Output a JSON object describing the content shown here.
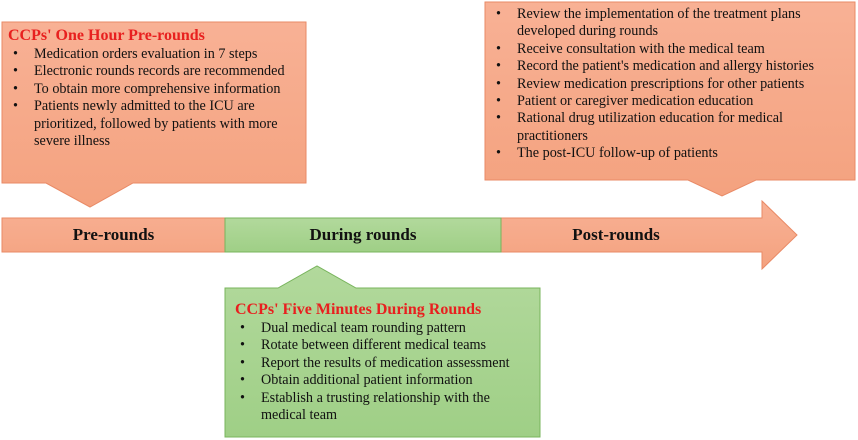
{
  "colors": {
    "salmon_fill": "#f8b195",
    "salmon_fill_dark": "#f4a27f",
    "salmon_stroke": "#e98a66",
    "green_fill": "#abd494",
    "green_fill_dark": "#9fcf86",
    "green_stroke": "#78b45c",
    "title_red": "#e8201f"
  },
  "timeline": {
    "stages": [
      {
        "label": "Pre-rounds"
      },
      {
        "label": "During rounds"
      },
      {
        "label": "Post-rounds"
      }
    ]
  },
  "boxes": {
    "pre_rounds": {
      "title": "CCPs' One Hour Pre-rounds",
      "items": [
        "Medication orders evaluation in 7 steps",
        "Electronic rounds records are recommended",
        "To obtain more comprehensive information",
        "Patients newly admitted to the ICU are prioritized, followed by patients with more severe illness"
      ]
    },
    "during_rounds": {
      "title": "CCPs' Five Minutes During Rounds",
      "items": [
        "Dual medical team rounding  pattern",
        "Rotate between different medical teams",
        "Report the results of medication assessment",
        "Obtain additional patient information",
        "Establish a trusting relationship with the medical team"
      ]
    },
    "post_rounds": {
      "items": [
        "Review the implementation of the treatment plans developed during rounds",
        "Receive consultation with the medical team",
        "Record the patient's medication and allergy histories",
        "Review medication prescriptions for other patients",
        "Patient or caregiver medication education",
        "Rational drug utilization education for medical practitioners",
        "The post-ICU follow-up of patients"
      ]
    }
  }
}
